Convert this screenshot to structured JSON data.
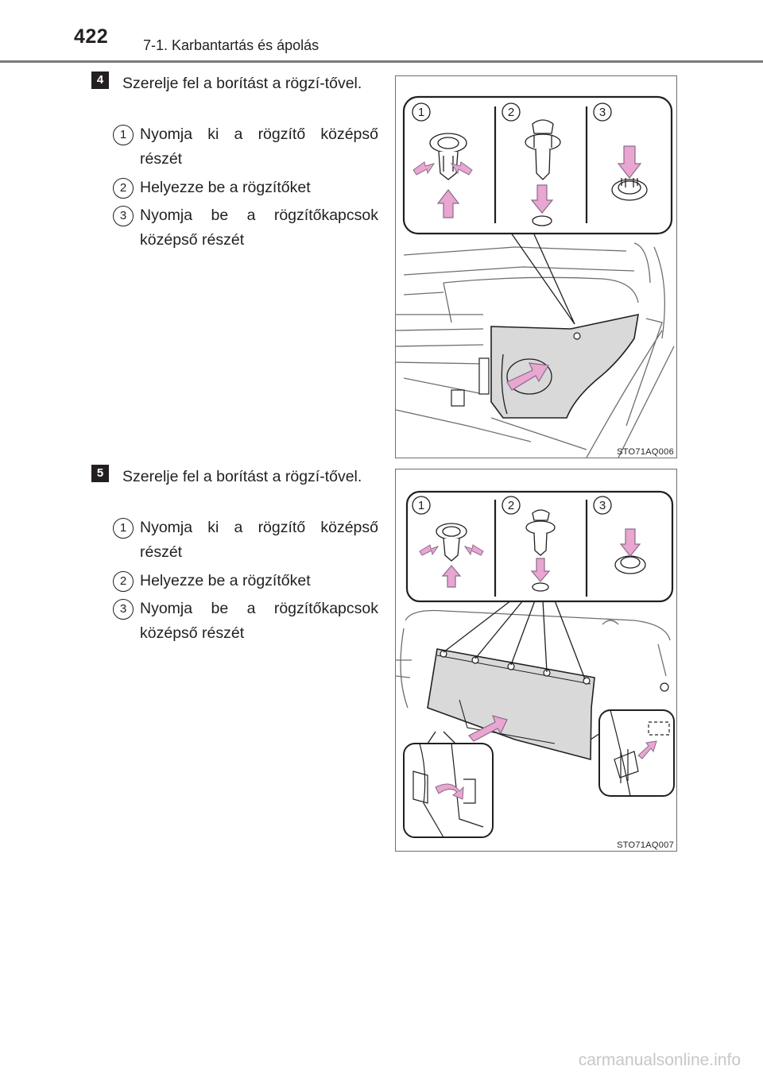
{
  "header": {
    "page_number": "422",
    "section_title": "7-1. Karbantartás és ápolás"
  },
  "steps": [
    {
      "number": "4",
      "text": "Szerelje fel a borítást a rögzí-tővel.",
      "substeps": [
        {
          "marker": "1",
          "text": "Nyomja ki a rögzítő középső részét"
        },
        {
          "marker": "2",
          "text": "Helyezze be a rögzítőket"
        },
        {
          "marker": "3",
          "text": "Nyomja be a rögzítőkapcsok középső részét"
        }
      ],
      "figure": {
        "code": "STO71AQ006",
        "inset_labels": [
          "1",
          "2",
          "3"
        ]
      }
    },
    {
      "number": "5",
      "text": "Szerelje fel a borítást a rögzí-tővel.",
      "substeps": [
        {
          "marker": "1",
          "text": "Nyomja ki a rögzítő középső részét"
        },
        {
          "marker": "2",
          "text": "Helyezze be a rögzítőket"
        },
        {
          "marker": "3",
          "text": "Nyomja be a rögzítőkapcsok középső részét"
        }
      ],
      "figure": {
        "code": "STO71AQ007",
        "inset_labels": [
          "1",
          "2",
          "3"
        ]
      }
    }
  ],
  "footer": {
    "watermark": "carmanualsonline.info"
  },
  "colors": {
    "arrow": "#e8a6d0",
    "arrow_outline": "#8a6b8a",
    "panel": "#d9d9d9",
    "text": "#231f20"
  }
}
